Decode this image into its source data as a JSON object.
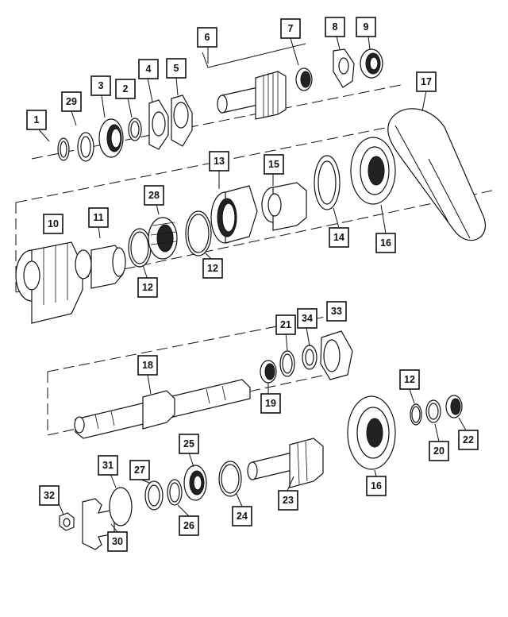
{
  "callouts": [
    {
      "id": "c1",
      "label": "1"
    },
    {
      "id": "c2",
      "label": "2"
    },
    {
      "id": "c3",
      "label": "3"
    },
    {
      "id": "c4",
      "label": "4"
    },
    {
      "id": "c5",
      "label": "5"
    },
    {
      "id": "c6",
      "label": "6"
    },
    {
      "id": "c7",
      "label": "7"
    },
    {
      "id": "c8",
      "label": "8"
    },
    {
      "id": "c9",
      "label": "9"
    },
    {
      "id": "c10",
      "label": "10"
    },
    {
      "id": "c11",
      "label": "11"
    },
    {
      "id": "c12a",
      "label": "12"
    },
    {
      "id": "c12b",
      "label": "12"
    },
    {
      "id": "c12c",
      "label": "12"
    },
    {
      "id": "c13",
      "label": "13"
    },
    {
      "id": "c14",
      "label": "14"
    },
    {
      "id": "c15",
      "label": "15"
    },
    {
      "id": "c16a",
      "label": "16"
    },
    {
      "id": "c16b",
      "label": "16"
    },
    {
      "id": "c17",
      "label": "17"
    },
    {
      "id": "c18",
      "label": "18"
    },
    {
      "id": "c19",
      "label": "19"
    },
    {
      "id": "c20",
      "label": "20"
    },
    {
      "id": "c21",
      "label": "21"
    },
    {
      "id": "c22",
      "label": "22"
    },
    {
      "id": "c23",
      "label": "23"
    },
    {
      "id": "c24",
      "label": "24"
    },
    {
      "id": "c25",
      "label": "25"
    },
    {
      "id": "c26",
      "label": "26"
    },
    {
      "id": "c27",
      "label": "27"
    },
    {
      "id": "c28",
      "label": "28"
    },
    {
      "id": "c29",
      "label": "29"
    },
    {
      "id": "c30",
      "label": "30"
    },
    {
      "id": "c31",
      "label": "31"
    },
    {
      "id": "c32",
      "label": "32"
    },
    {
      "id": "c33",
      "label": "33"
    },
    {
      "id": "c34",
      "label": "34"
    }
  ]
}
